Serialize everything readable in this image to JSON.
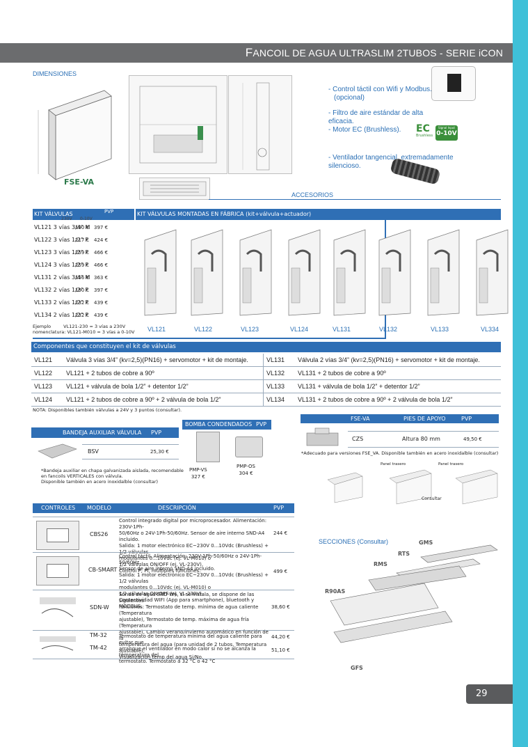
{
  "title_first": "F",
  "title_rest": "ANCOIL DE AGUA ULTRASLIM 2TUBOS - SERIE iCON",
  "dimensiones": "DIMENSIONES",
  "model_tag": "FSE-VA",
  "features": [
    "- Control táctil con Wifi y Modbus.",
    "  (opcional)",
    "- Filtro de aire estándar de alta eficacia.",
    "- Motor EC (Brushless).",
    "- Ventilador tangencial, extremadamente",
    "silencioso."
  ],
  "ec_badge": "EC",
  "brushless": "Brushless",
  "signal_label": "Signal Input",
  "signal_value": "0-10V",
  "accesorios": "ACCESORIOS",
  "kit": {
    "header": "KIT VÁLVULAS",
    "pvp": "PVP",
    "v230": "230V",
    "v010": "0-10V",
    "montadas": "KIT VÁLVULAS MONTADAS EN FÁBRICA (kit+válvula+actuador)",
    "rows": [
      {
        "name": "VL121  3 vías 3/4” M",
        "p1": "190 €",
        "p2": "397 €"
      },
      {
        "name": "VL122  3 vías 1/2” F",
        "p1": "217 €",
        "p2": "424 €"
      },
      {
        "name": "VL123  3 vías 1/2” F",
        "p1": "259 €",
        "p2": "466 €"
      },
      {
        "name": "VL124  3 vías 1/2” F",
        "p1": "259 €",
        "p2": "466 €"
      },
      {
        "name": "VL131  2 vías 3/4” M",
        "p1": "156 €",
        "p2": "363 €"
      },
      {
        "name": "VL132  2 vías 1/2” F",
        "p1": "190 €",
        "p2": "397 €"
      },
      {
        "name": "VL133  2 vías 1/2” F",
        "p1": "232 €",
        "p2": "439 €"
      },
      {
        "name": "VL134  2 vías 1/2” F",
        "p1": "232 €",
        "p2": "439 €"
      }
    ],
    "ejemplo1": "Ejemplo",
    "ejemplo1b": "VL121-230 = 3 vías a 230V",
    "ejemplo2": "nomenclatura:  VL121-M010 = 3 vías a 0-10V",
    "models": [
      "VL121",
      "VL122",
      "VL123",
      "VL124",
      "VL131",
      "VL132",
      "VL133",
      "VL334"
    ]
  },
  "componentes": {
    "header": "Componentes que constituyen el kit de válvulas",
    "left": [
      {
        "code": "VL121",
        "desc": "Válvula 3 vías 3/4” (kv=2,5)(PN16) + servomotor + kit de montaje."
      },
      {
        "code": "VL122",
        "desc": "VL121 + 2 tubos de cobre a 90º"
      },
      {
        "code": "VL123",
        "desc": "VL121 + válvula de bola 1/2” + detentor 1/2”"
      },
      {
        "code": "VL124",
        "desc": "VL121 + 2 tubos de cobre a 90º + 2 válvula de bola 1/2”"
      }
    ],
    "right": [
      {
        "code": "VL131",
        "desc": "Válvula 2 vías 3/4” (kv=2,5)(PN16) + servomotor + kit de montaje."
      },
      {
        "code": "VL132",
        "desc": "VL131 + 2 tubos de cobre a 90º"
      },
      {
        "code": "VL133",
        "desc": "VL131 + válvula de bola 1/2” + detentor 1/2”"
      },
      {
        "code": "VL134",
        "desc": "VL131 + 2 tubos de cobre a 90º + 2 válvula de bola 1/2”"
      }
    ],
    "nota": "NOTA: Disponibles también válvulas a 24V y 3 puntos (consultar)."
  },
  "bandeja": {
    "header": "BANDEJA AUXILIAR VÁLVULA",
    "pvp": "PVP",
    "code": "BSV",
    "price": "25,30 €",
    "note1": "*Bandeja auxiliar en chapa galvanizada  aislada, recomendable",
    "note2": "en fancoils VERTICALES con válvula.",
    "note3": "Disponible también en acero inoxidalble (consultar)"
  },
  "bomba": {
    "header": "BOMBA CONDENDADOS",
    "pvp": "PVP",
    "vs": "PMP-VS",
    "vs_price": "327 €",
    "os": "PMP-OS",
    "os_price": "304 €"
  },
  "pies": {
    "fse": "FSE-VA",
    "header": "PIES DE APOYO",
    "pvp": "PVP",
    "code": "CZS",
    "alt": "Altura  80 mm",
    "price": "49,50 €",
    "note": "*Adecuado para versiones FSE_VA. Disponible también en acero inoxidalble (consultar)"
  },
  "paneles": {
    "t1": "Panel trasero",
    "t2": "Panel trasero",
    "consultar": "Consultar"
  },
  "controles": {
    "h_controles": "CONTROLES",
    "h_modelo": "MODELO",
    "h_desc": "DESCRIPCIÓN",
    "h_pvp": "PVP",
    "rows": [
      {
        "model": "CBS26",
        "price": "244 €",
        "lines": [
          "Control integrado digital por microprocesador. Alimentación: 230V-1Ph-",
          "50/60Hz o 24V-1Ph-50/60Hz. Sensor de aire interno SND-A4 incluido.",
          "Salida: 1 motor electrónico EC~230V 0...10Vdc (Brushless) + 1/2 válvulas",
          "modulantes 0...10Vdc (ej. VL-M010) o",
          "1/2 válvulas ON/OFF (ej. VL-230V).",
          "Control P, PI, múltiples funciones."
        ]
      },
      {
        "model": "CB-SMART",
        "price": "499 €",
        "lines": [
          "Control táctil. Alimentación: 230V-1Ph-50/60Hz o 24V-1Ph-50/60Hz.",
          "Sensor de aire interno SND-A4 incluido.",
          "Salida: 1 motor electrónico EC~230V 0...10Vdc (Brushless) + 1/2 válvulas",
          "modulantes 0...10Vdc (ej. VL-M010) o",
          "1/2 válvulas ON/OFF (ej. VL-230V).",
          "Contectividad WIFI (App para smartphone), bluetooth y MODBUS."
        ]
      },
      {
        "model": "SDN-W",
        "price": "38,60 €",
        "lines": [
          "Sonda de agua SND-W4, si se instala, se dispone de las siguientes",
          "funciones: Termostato de temp. mínima de agua caliente (Temperatura",
          "ajustable), Termostato de temp. máxima de agua fría (Temperatura",
          "ajustable), Cambio verano/invierno automático en función de la",
          "temperatura del agua (para unidad de 2 tubos, Temperatura ajustable),",
          "Visualización temp del agua Si/No."
        ]
      },
      {
        "model": "TM-32",
        "model2": "TM-42",
        "price": "44,20 €",
        "price2": "51,10 €",
        "lines": [
          "Termostato de temperatura mínima del agua caliente para evitar que",
          "arranque el ventilador en modo calor si no se alcanza la temperatura del",
          "termostato. Termostato a 32 °C o 42 °C"
        ]
      }
    ]
  },
  "secciones": "SECCIONES (Consultar)",
  "sec_labels": [
    "GMS",
    "RTS",
    "RMS",
    "R90AS",
    "GFS"
  ],
  "page_number": "29"
}
